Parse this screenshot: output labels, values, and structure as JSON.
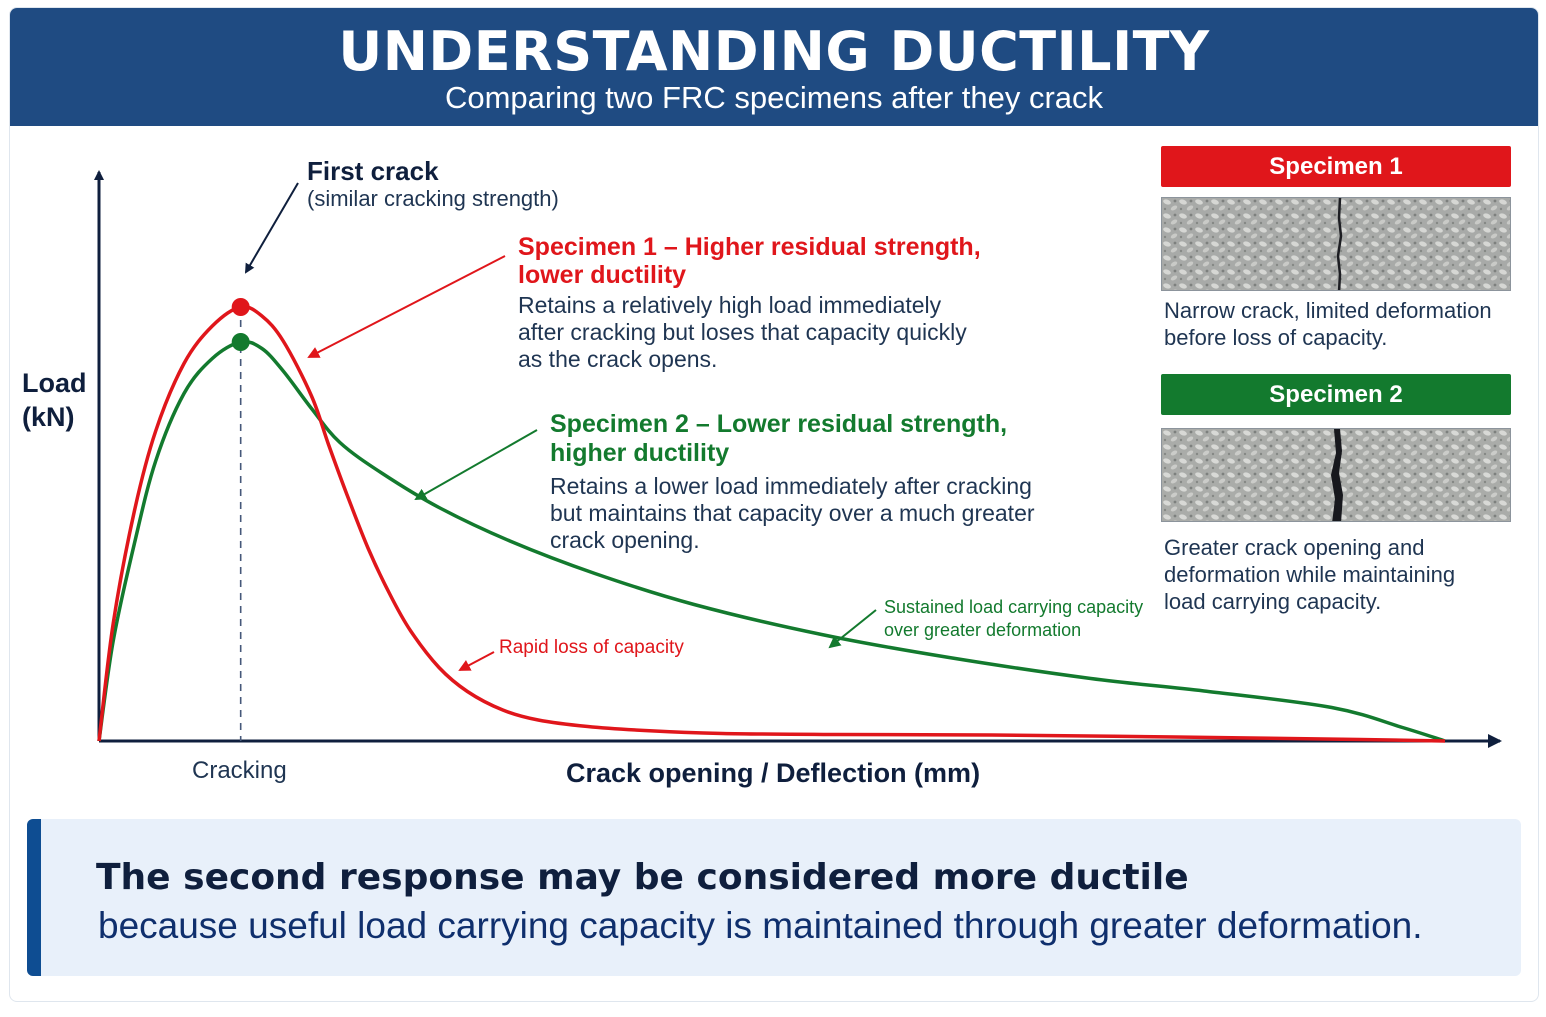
{
  "header": {
    "title": "UNDERSTANDING DUCTILITY",
    "subtitle": "Comparing two FRC specimens after they crack"
  },
  "annotations": {
    "first_crack_title": "First crack",
    "first_crack_sub": "(similar cracking strength)",
    "specimen1_heading": [
      "Specimen 1 – Higher residual strength,",
      "lower ductility"
    ],
    "specimen1_body": [
      "Retains a relatively high load immediately",
      "after cracking but loses that capacity quickly",
      "as the crack opens."
    ],
    "specimen2_heading": [
      "Specimen 2 – Lower residual strength,",
      "higher ductility"
    ],
    "specimen2_body": [
      "Retains a lower load immediately after cracking",
      "but maintains that capacity over a much greater",
      "crack opening."
    ],
    "rapid_loss": "Rapid loss of capacity",
    "sustained": [
      "Sustained load carrying capacity",
      "over greater deformation"
    ]
  },
  "panels": {
    "specimen1": {
      "label": "Specimen 1",
      "caption": [
        "Narrow crack, limited deformation",
        "before loss of capacity."
      ]
    },
    "specimen2": {
      "label": "Specimen 2",
      "caption": [
        "Greater crack opening and",
        "deformation while maintaining",
        "load carrying capacity."
      ]
    }
  },
  "takeaway": {
    "heading": "The second response may be considered more ductile",
    "body": "because useful load carrying capacity is maintained through greater deformation."
  },
  "colors": {
    "header_bg": "#1f4b82",
    "specimen1": "#e0161b",
    "specimen2": "#137a2e",
    "takeaway_accent": "#0e4d92",
    "takeaway_bg": "#e8f0fa",
    "text_dark": "#0f1f3d"
  },
  "chart_data": {
    "type": "line",
    "title": "",
    "xlabel": "Crack opening / Deflection (mm)",
    "ylabel": [
      "Load",
      "(kN)"
    ],
    "x_tick_labels": [
      "Cracking"
    ],
    "xlim": [
      0,
      10
    ],
    "ylim": [
      0,
      10
    ],
    "grid": false,
    "legend": "none",
    "series": [
      {
        "name": "Specimen 1",
        "color": "#e0161b",
        "x": [
          0,
          0.1,
          0.25,
          0.4,
          0.6,
          0.8,
          1.0,
          1.15,
          1.3,
          1.5,
          1.62,
          1.75,
          1.9,
          2.05,
          2.2,
          2.4,
          2.6,
          2.85,
          3.1,
          3.45,
          3.85,
          4.4,
          5.2,
          6.3,
          7.6,
          8.9,
          9.5
        ],
        "y": [
          0,
          2.35,
          4.6,
          6.2,
          7.55,
          8.3,
          8.68,
          8.5,
          8.0,
          6.9,
          5.93,
          4.93,
          3.85,
          2.95,
          2.2,
          1.47,
          0.99,
          0.62,
          0.42,
          0.29,
          0.21,
          0.15,
          0.13,
          0.12,
          0.08,
          0.03,
          0.0
        ]
      },
      {
        "name": "Specimen 2",
        "color": "#137a2e",
        "x": [
          0,
          0.1,
          0.25,
          0.4,
          0.6,
          0.8,
          1.0,
          1.15,
          1.3,
          1.5,
          1.7,
          2.0,
          2.4,
          2.9,
          3.5,
          4.2,
          5.1,
          6.0,
          7.0,
          7.8,
          8.7,
          9.2,
          9.5
        ],
        "y": [
          0,
          2.0,
          3.95,
          5.6,
          6.95,
          7.65,
          7.98,
          7.85,
          7.4,
          6.65,
          5.97,
          5.35,
          4.67,
          4.0,
          3.35,
          2.73,
          2.13,
          1.67,
          1.25,
          1.0,
          0.67,
          0.27,
          0.0
        ]
      }
    ],
    "markers": [
      {
        "series": "Specimen 1",
        "x": 1.0,
        "y": 8.68
      },
      {
        "series": "Specimen 2",
        "x": 1.0,
        "y": 7.98
      }
    ],
    "reference_line": {
      "x": 1.0,
      "style": "dashed"
    }
  }
}
